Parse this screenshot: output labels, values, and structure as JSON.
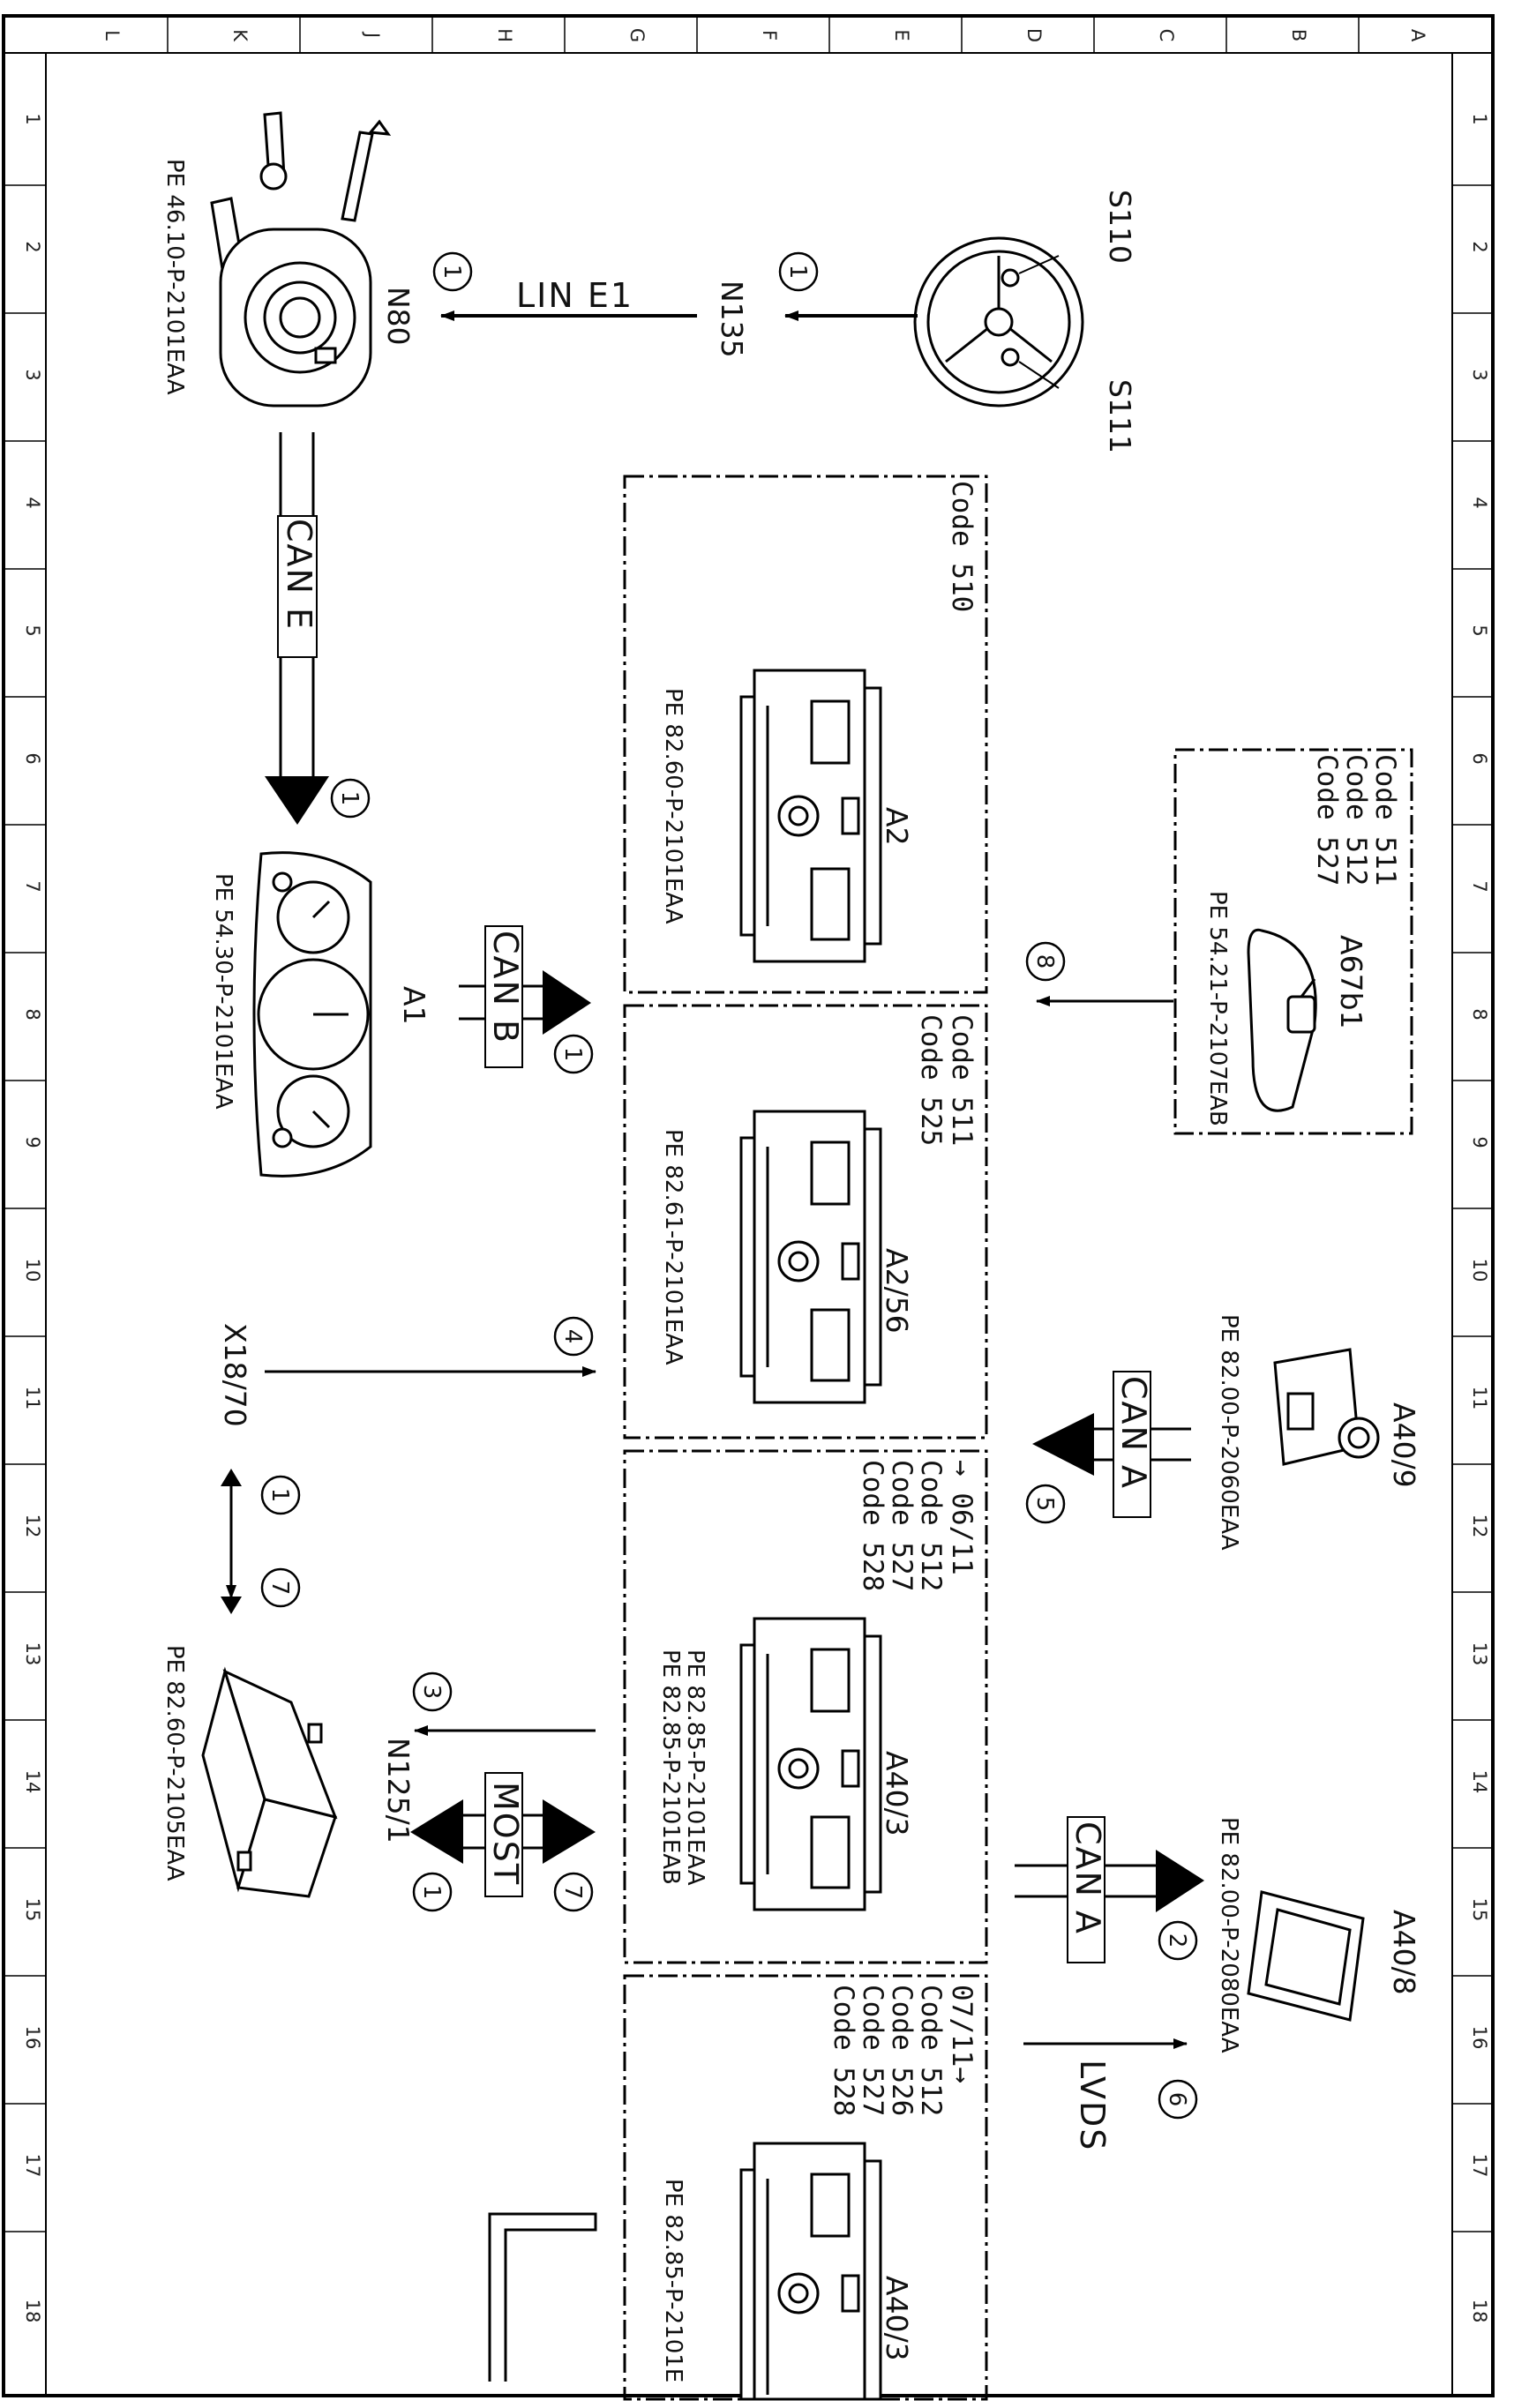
{
  "grid": {
    "columns": [
      "L",
      "K",
      "J",
      "H",
      "G",
      "F",
      "E",
      "D",
      "C",
      "B",
      "A"
    ],
    "rows": [
      "1",
      "2",
      "3",
      "4",
      "5",
      "6",
      "7",
      "8",
      "9",
      "10",
      "11",
      "12",
      "13",
      "14",
      "15",
      "16",
      "17",
      "18"
    ]
  },
  "components": {
    "S110": "S110",
    "S111": "S111",
    "N135": "N135",
    "N80": "N80",
    "N80_pe": "PE 46.10-P-2101EAA",
    "A1": "A1",
    "A1_pe": "PE 54.30-P-2101EAA",
    "A2": "A2",
    "A2_pe": "PE 82.60-P-2101EAA",
    "A2_56": "A2/56",
    "A2_56_pe": "PE 82.61-P-2101EAA",
    "A40_3": "A40/3",
    "A40_3_pe1": "PE 82.85-P-2101EAA",
    "A40_3_pe2": "PE 82.85-P-2101EAB",
    "A40_3b": "A40/3",
    "A40_3b_pe": "PE 82.85-P-2101E",
    "A67b1": "A67b1",
    "A67b1_pe": "PE 54.21-P-2107EAB",
    "A40_9": "A40/9",
    "A40_9_pe": "PE 82.00-P-2060EAA",
    "A40_8": "A40/8",
    "A40_8_pe": "PE 82.00-P-2080EAA",
    "N125_1": "N125/1",
    "N125_1_pe": "PE 82.60-P-2105EAA",
    "X18_70": "X18/70"
  },
  "buses": {
    "lin": "LIN  E1",
    "can_e": "CAN  E",
    "can_b": "CAN  B",
    "can_a_1": "CAN  A",
    "can_a_2": "CAN  A",
    "most": "MOST",
    "lvds": "LVDS"
  },
  "codes": {
    "box1": [
      "Code  510"
    ],
    "box2": [
      "Code  511",
      "Code  525"
    ],
    "box3": [
      "→ 06/11",
      "Code  512",
      "Code  527",
      "Code  528"
    ],
    "box4": [
      "07/11→",
      "Code  512",
      "Code  526",
      "Code  527",
      "Code  528"
    ],
    "mirror": [
      "Code  511",
      "Code  512",
      "Code  527"
    ]
  },
  "circles": {
    "c_n80": "1",
    "c_n135": "1",
    "c_a1": "1",
    "c_canb": "1",
    "c_mirror": "8",
    "c_x18": "4",
    "c_cana1": "5",
    "c_updown1": "1",
    "c_updown2": "7",
    "c_n125": "3",
    "c_most1": "1",
    "c_most2": "7",
    "c_cana2": "2",
    "c_lvds": "6"
  }
}
